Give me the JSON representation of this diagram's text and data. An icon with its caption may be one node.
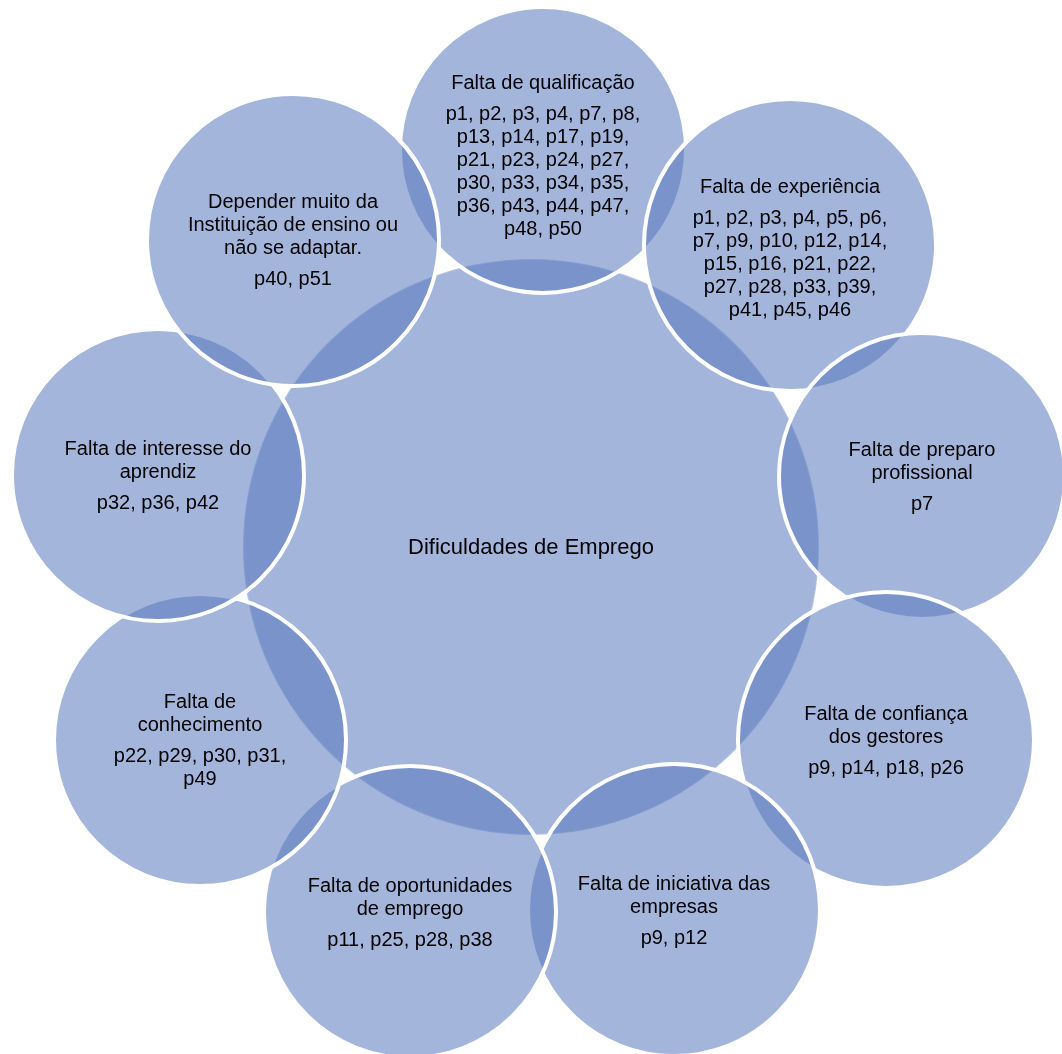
{
  "diagram": {
    "nodes": [
      {
        "text": [
          "Dificuldades de Emprego"
        ]
      },
      {
        "text": [
          "Falta de qualificação",
          "p1, p2, p3, p4, p7, p8, p13, p14, p17, p19, p21, p23, p24, p27, p30, p33, p34, p35, p36, p43, p44, p47, p48, p50"
        ]
      },
      {
        "text": [
          "Falta de experiência",
          "p1, p2, p3, p4, p5, p6, p7, p9, p10, p12, p14, p15, p16, p21, p22, p27, p28, p33, p39, p41, p45, p46"
        ]
      },
      {
        "text": [
          "Falta de preparo profissional",
          "p7"
        ]
      },
      {
        "text": [
          "Falta de confiança dos gestores",
          "p9, p14, p18, p26"
        ]
      },
      {
        "text": [
          "Falta de iniciativa das empresas",
          "p9, p12"
        ]
      },
      {
        "text": [
          "Falta de oportunidades de emprego",
          "p11, p25, p28, p38"
        ]
      },
      {
        "text": [
          "Falta de conhecimento",
          "p22, p29, p30, p31, p49"
        ]
      },
      {
        "text": [
          "Falta de interesse do aprendiz",
          "p32, p36, p42"
        ]
      },
      {
        "text": [
          "Depender muito da Instituição de ensino ou não se adaptar.",
          "p40, p51"
        ]
      }
    ]
  }
}
